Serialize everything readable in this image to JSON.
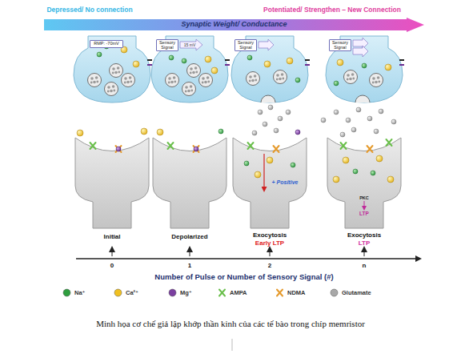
{
  "diagram": {
    "caption": "Minh họa cơ chế giả lập khớp thần kinh của các tế bào trong chíp memristor",
    "nodes": [
      {
        "text": [
          "Synaptic Weight/ Conductance"
        ]
      },
      {
        "text": [
          "RMP: -70mV"
        ]
      },
      {
        "text": [
          "Sensory Signal"
        ]
      },
      {
        "text": [
          "Sensory Signal"
        ]
      },
      {
        "text": [
          "Sensory Signal"
        ]
      }
    ],
    "labels": [
      "Depressed/ No connection",
      "Potentiated/ Strengthen – New Connection",
      "15 mV",
      "+ Positive",
      "PKC",
      "LTP",
      "Initial",
      "Depolarized",
      "Exocytosis",
      "Early LTP",
      "Exocytosis",
      "LTP",
      "0",
      "1",
      "2",
      "n",
      "Number of Pulse or Number of Sensory Signal (#)"
    ],
    "legend": [
      {
        "text": "Na⁺",
        "color": "#2e9e3e"
      },
      {
        "text": "Ca²⁺",
        "color": "#f0c020"
      },
      {
        "text": "Mg⁺",
        "color": "#7b3fa0"
      },
      {
        "text": "AMPA"
      },
      {
        "text": "NDMA"
      },
      {
        "text": "Glutamate",
        "color": "#a8a8a8"
      }
    ]
  }
}
